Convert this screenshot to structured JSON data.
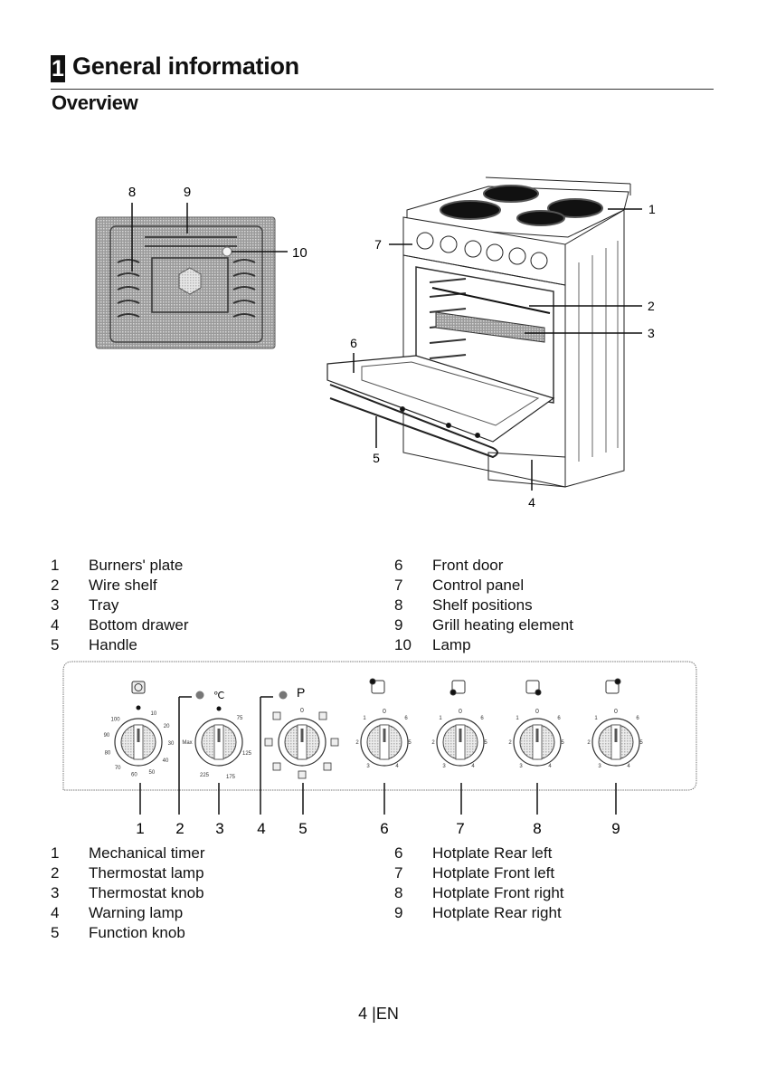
{
  "chapter": {
    "number": "1",
    "title": "General information"
  },
  "section": {
    "title": "Overview"
  },
  "oven_figure": {
    "callouts": [
      "1",
      "2",
      "3",
      "4",
      "5",
      "6",
      "7",
      "8",
      "9",
      "10"
    ]
  },
  "oven_legend": {
    "left": [
      {
        "num": "1",
        "label": "Burners' plate"
      },
      {
        "num": "2",
        "label": "Wire shelf"
      },
      {
        "num": "3",
        "label": "Tray"
      },
      {
        "num": "4",
        "label": "Bottom drawer"
      },
      {
        "num": "5",
        "label": "Handle"
      }
    ],
    "right": [
      {
        "num": "6",
        "label": "Front door"
      },
      {
        "num": "7",
        "label": "Control panel"
      },
      {
        "num": "8",
        "label": "Shelf positions"
      },
      {
        "num": "9",
        "label": "Grill heating element"
      },
      {
        "num": "10",
        "label": "Lamp"
      }
    ]
  },
  "control_panel": {
    "timer_scale": [
      "10",
      "20",
      "30",
      "40",
      "50",
      "60",
      "70",
      "80",
      "90",
      "100"
    ],
    "thermostat_symbol": "℃",
    "thermostat_scale": [
      "75",
      "125",
      "175",
      "225",
      "Max"
    ],
    "function_symbol": "P",
    "function_zero": "0",
    "hotplate_scale": [
      "0",
      "1",
      "2",
      "3",
      "4",
      "5",
      "6"
    ],
    "callouts": [
      "1",
      "2",
      "3",
      "4",
      "5",
      "6",
      "7",
      "8",
      "9"
    ]
  },
  "panel_legend": {
    "left": [
      {
        "num": "1",
        "label": "Mechanical timer"
      },
      {
        "num": "2",
        "label": "Thermostat lamp"
      },
      {
        "num": "3",
        "label": "Thermostat knob"
      },
      {
        "num": "4",
        "label": "Warning lamp"
      },
      {
        "num": "5",
        "label": "Function knob"
      }
    ],
    "right": [
      {
        "num": "6",
        "label": "Hotplate Rear left"
      },
      {
        "num": "7",
        "label": "Hotplate Front left"
      },
      {
        "num": "8",
        "label": "Hotplate Front right"
      },
      {
        "num": "9",
        "label": "Hotplate Rear right"
      }
    ]
  },
  "footer": {
    "page": "4",
    "separator": "|",
    "lang": "EN"
  }
}
